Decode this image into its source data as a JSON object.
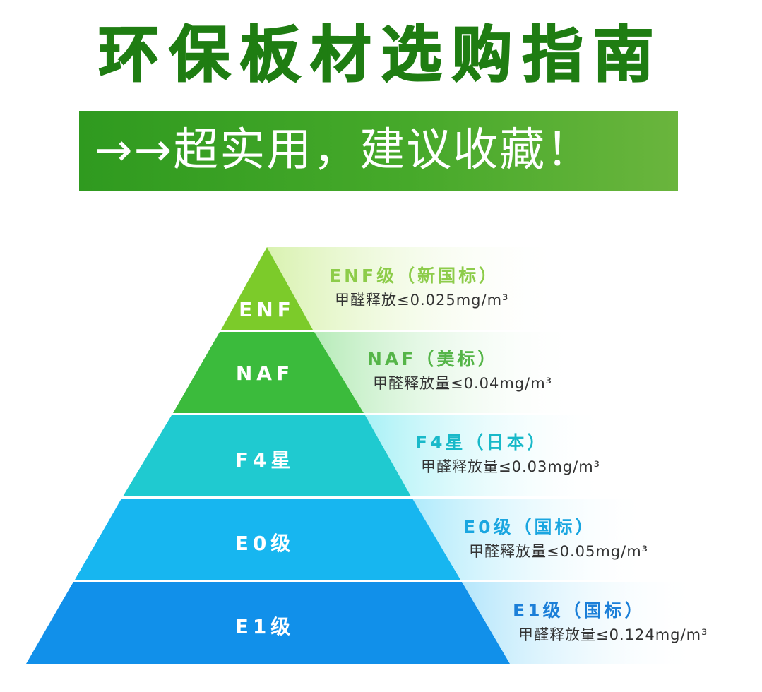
{
  "title": "环保板材选购指南",
  "banner": {
    "text": "→→超实用，建议收藏！",
    "color_from": "#2f9a1f",
    "color_to": "#6ab53d"
  },
  "pyramid": {
    "levels": [
      {
        "label": "ENF",
        "heading": "ENF级（新国标）",
        "desc": "甲醛释放≤0.025mg/m³",
        "color": "#7ccb2a",
        "text_color": "#8dcc4a",
        "glow": "#e8f7c6"
      },
      {
        "label": "NAF",
        "heading": "NAF（美标）",
        "desc": "甲醛释放量≤0.04mg/m³",
        "color": "#3bbb3c",
        "text_color": "#55b548",
        "glow": "#c8f0c6"
      },
      {
        "label": "F4星",
        "heading": "F4星（日本）",
        "desc": "甲醛释放量≤0.03mg/m³",
        "color": "#1fcad0",
        "text_color": "#19b9c9",
        "glow": "#c4f6fa"
      },
      {
        "label": "E0级",
        "heading": "E0级（国标）",
        "desc": "甲醛释放量≤0.05mg/m³",
        "color": "#17b6f0",
        "text_color": "#1aa6e0",
        "glow": "#c6f0fc"
      },
      {
        "label": "E1级",
        "heading": "E1级（国标）",
        "desc": "甲醛释放量≤0.124mg/m³",
        "color": "#1190ea",
        "text_color": "#1b7fd8",
        "glow": "#c8ecfb"
      }
    ]
  }
}
